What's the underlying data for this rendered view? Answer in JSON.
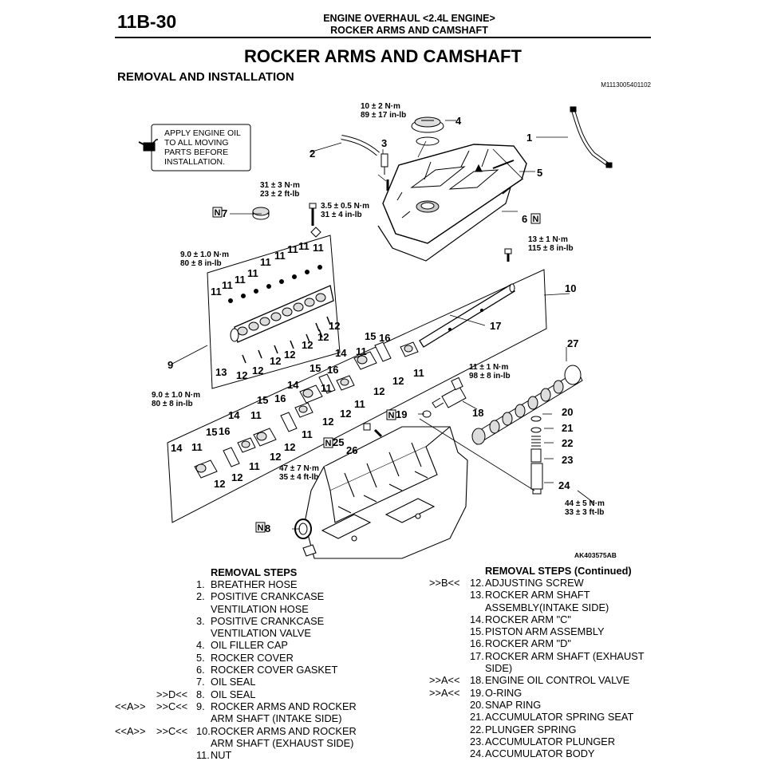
{
  "header": {
    "page_number": "11B-30",
    "title_line1": "ENGINE OVERHAUL <2.4L ENGINE>",
    "title_line2": "ROCKER ARMS AND CAMSHAFT"
  },
  "page_title": "ROCKER ARMS AND CAMSHAFT",
  "section_title": "REMOVAL AND INSTALLATION",
  "figure_code": "M1113005401102",
  "diagram": {
    "figure_id": "AK403575AB",
    "note_lines": [
      "APPLY ENGINE OIL",
      "TO ALL MOVING",
      "PARTS BEFORE",
      "INSTALLATION."
    ],
    "n_mark": "N",
    "torques": {
      "t_filler_cap": [
        "10 ± 2 N·m",
        "89 ± 17 in-lb"
      ],
      "t_cover_bolt": [
        "31 ± 3 N·m",
        "23 ± 2 ft-lb"
      ],
      "t_pcv_valve": [
        "3.5 ± 0.5 N·m",
        "31 ± 4 in-lb"
      ],
      "t_cover_stud": [
        "13 ± 1 N·m",
        "115 ± 8 in-lb"
      ],
      "t_intake_adj": [
        "9.0 ± 1.0 N·m",
        "80 ± 8 in-lb"
      ],
      "t_exhaust_adj": [
        "9.0 ± 1.0 N·m",
        "80 ± 8 in-lb"
      ],
      "t_ocv": [
        "11 ± 1 N·m",
        "98 ± 8 in-lb"
      ],
      "t_bolt26": [
        "47 ± 7 N·m",
        "35 ± 4 ft-lb"
      ],
      "t_acc_body": [
        "44 ± 5 N·m",
        "33 ± 3 ft-lb"
      ]
    },
    "labels": {
      "l1": "1",
      "l2": "2",
      "l3": "3",
      "l4": "4",
      "l5": "5",
      "l6": "6",
      "l7": "7",
      "l8": "8",
      "l9": "9",
      "l10": "10",
      "l11": "11",
      "l12": "12",
      "l13": "13",
      "l14": "14",
      "l15": "15",
      "l16": "16",
      "l17": "17",
      "l18": "18",
      "l19": "19",
      "l20": "20",
      "l21": "21",
      "l22": "22",
      "l23": "23",
      "l24": "24",
      "l25": "25",
      "l26": "26",
      "l27": "27"
    }
  },
  "removal_steps": {
    "heading": "REMOVAL STEPS",
    "items": [
      {
        "mk1": "",
        "mk2": "",
        "num": "1.",
        "text": "BREATHER HOSE"
      },
      {
        "mk1": "",
        "mk2": "",
        "num": "2.",
        "text": "POSITIVE CRANKCASE"
      },
      {
        "mk1": "",
        "mk2": "",
        "num": "",
        "text": "VENTILATION HOSE"
      },
      {
        "mk1": "",
        "mk2": "",
        "num": "3.",
        "text": "POSITIVE CRANKCASE"
      },
      {
        "mk1": "",
        "mk2": "",
        "num": "",
        "text": "VENTILATION VALVE"
      },
      {
        "mk1": "",
        "mk2": "",
        "num": "4.",
        "text": "OIL FILLER CAP"
      },
      {
        "mk1": "",
        "mk2": "",
        "num": "5.",
        "text": "ROCKER COVER"
      },
      {
        "mk1": "",
        "mk2": "",
        "num": "6.",
        "text": "ROCKER COVER GASKET"
      },
      {
        "mk1": "",
        "mk2": "",
        "num": "7.",
        "text": "OIL SEAL"
      },
      {
        "mk1": "",
        "mk2": ">>D<<",
        "num": "8.",
        "text": "OIL SEAL"
      },
      {
        "mk1": "<<A>>",
        "mk2": ">>C<<",
        "num": "9.",
        "text": "ROCKER ARMS AND ROCKER"
      },
      {
        "mk1": "",
        "mk2": "",
        "num": "",
        "text": "ARM SHAFT (INTAKE SIDE)"
      },
      {
        "mk1": "<<A>>",
        "mk2": ">>C<<",
        "num": "10.",
        "text": "ROCKER ARMS AND ROCKER"
      },
      {
        "mk1": "",
        "mk2": "",
        "num": "",
        "text": "ARM SHAFT (EXHAUST SIDE)"
      },
      {
        "mk1": "",
        "mk2": "",
        "num": "11.",
        "text": "NUT"
      }
    ]
  },
  "removal_steps_cont": {
    "heading": "REMOVAL STEPS (Continued)",
    "items": [
      {
        "mk2": ">>B<<",
        "num": "12.",
        "text": "ADJUSTING SCREW"
      },
      {
        "mk2": "",
        "num": "13.",
        "text": "ROCKER ARM SHAFT"
      },
      {
        "mk2": "",
        "num": "",
        "text": "ASSEMBLY(INTAKE SIDE)"
      },
      {
        "mk2": "",
        "num": "14.",
        "text": "ROCKER ARM \"C\""
      },
      {
        "mk2": "",
        "num": "15.",
        "text": "PISTON ARM ASSEMBLY"
      },
      {
        "mk2": "",
        "num": "16.",
        "text": "ROCKER ARM \"D\""
      },
      {
        "mk2": "",
        "num": "17.",
        "text": "ROCKER ARM SHAFT (EXHAUST"
      },
      {
        "mk2": "",
        "num": "",
        "text": "SIDE)"
      },
      {
        "mk2": ">>A<<",
        "num": "18.",
        "text": "ENGINE OIL CONTROL VALVE"
      },
      {
        "mk2": ">>A<<",
        "num": "19.",
        "text": "O-RING"
      },
      {
        "mk2": "",
        "num": "20.",
        "text": "SNAP RING"
      },
      {
        "mk2": "",
        "num": "21.",
        "text": "ACCUMULATOR SPRING SEAT"
      },
      {
        "mk2": "",
        "num": "22.",
        "text": "PLUNGER SPRING"
      },
      {
        "mk2": "",
        "num": "23.",
        "text": "ACCUMULATOR PLUNGER"
      },
      {
        "mk2": "",
        "num": "24.",
        "text": "ACCUMULATOR BODY"
      }
    ]
  }
}
